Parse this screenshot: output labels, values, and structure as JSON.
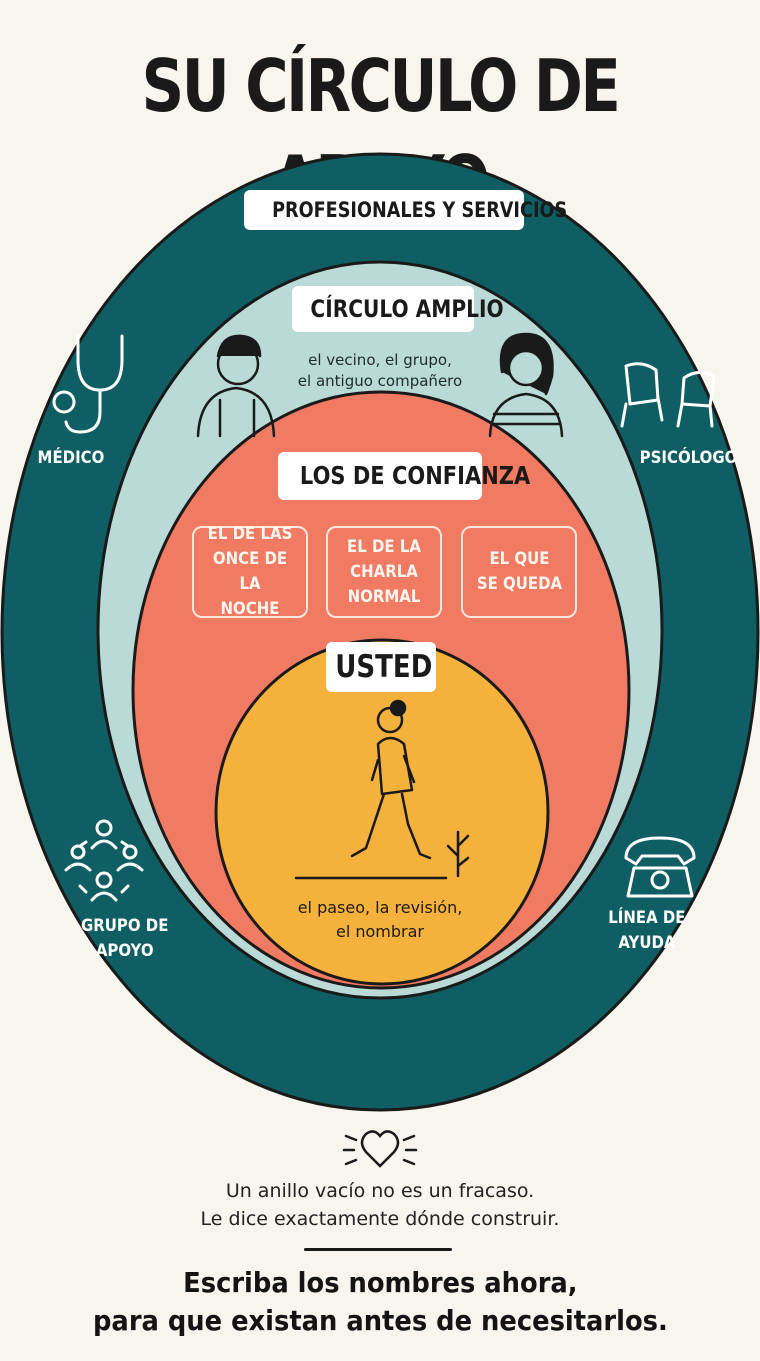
{
  "title": "SU CÍRCULO DE APOYO",
  "colors": {
    "background": "#f8f4ee",
    "outer_ring": "#0f5e63",
    "wide_ring": "#b9dad6",
    "trust_ring": "#f17a63",
    "center": "#f4b13c",
    "outline": "#1a1a1a"
  },
  "rings": {
    "professionals": {
      "label": "PROFESIONALES Y SERVICIOS",
      "items": [
        {
          "label": "MÉDICO",
          "icon": "stethoscope-icon"
        },
        {
          "label": "PSICÓLOGO",
          "icon": "armchairs-icon"
        },
        {
          "label": "GRUPO DE\nAPOYO",
          "icon": "support-group-icon"
        },
        {
          "label": "LÍNEA DE\nAYUDA",
          "icon": "telephone-icon"
        }
      ]
    },
    "wide_circle": {
      "label": "CÍRCULO AMPLIO",
      "caption": "el vecino, el grupo,\nel antiguo compañero"
    },
    "trusted": {
      "label": "LOS DE CONFIANZA",
      "boxes": [
        "EL DE LAS\nONCE DE LA\nNOCHE",
        "EL DE LA\nCHARLA\nNORMAL",
        "EL QUE\nSE QUEDA"
      ]
    },
    "you": {
      "label": "USTED",
      "caption": "el paseo, la revisión,\nel nombrar"
    }
  },
  "footer": {
    "icon": "heart-icon",
    "line1": "Un anillo vacío no es un fracaso.",
    "line2": "Le dice exactamente dónde construir.",
    "cta_line1": "Escriba los nombres ahora,",
    "cta_line2": "para que existan antes de necesitarlos."
  }
}
